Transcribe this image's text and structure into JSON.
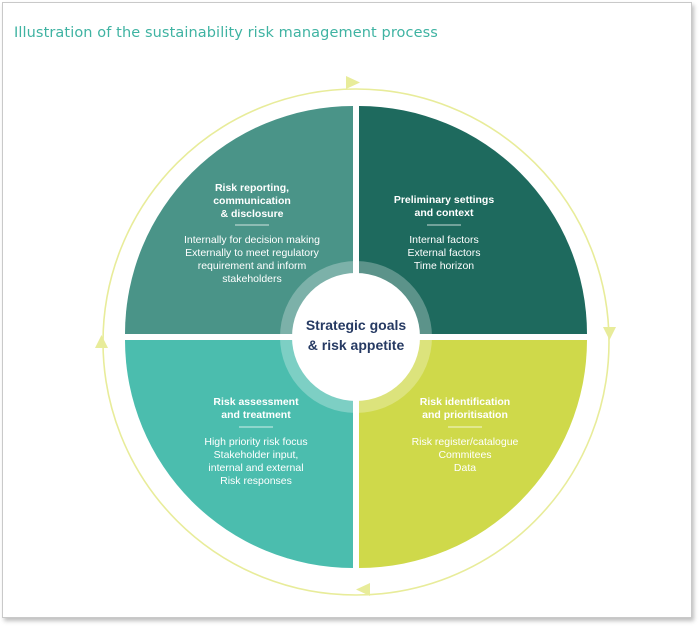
{
  "title": "Illustration of the sustainability risk management process",
  "colors": {
    "q1": "#4a9488",
    "q2": "#1e6a5e",
    "q3": "#4bbdae",
    "q4": "#cfd94a",
    "center_text": "#263a63",
    "cycle": "#e8ec9a"
  },
  "center": {
    "line1": "Strategic goals",
    "line2": "& risk appetite"
  },
  "quadrants": {
    "top_left": {
      "heading": [
        "Risk reporting,",
        "communication",
        "& disclosure"
      ],
      "items": [
        "Internally for decision making",
        "Externally to meet regulatory",
        "requirement and inform",
        "stakeholders"
      ]
    },
    "top_right": {
      "heading": [
        "Preliminary settings",
        "and context"
      ],
      "items": [
        "Internal factors",
        "External factors",
        "Time horizon"
      ]
    },
    "bottom_left": {
      "heading": [
        "Risk assessment",
        "and treatment"
      ],
      "items": [
        "High priority risk focus",
        "Stakeholder input,",
        "internal and external",
        "Risk responses"
      ]
    },
    "bottom_right": {
      "heading": [
        "Risk identification",
        "and prioritisation"
      ],
      "items": [
        "Risk register/catalogue",
        "Commitees",
        "Data"
      ]
    }
  }
}
